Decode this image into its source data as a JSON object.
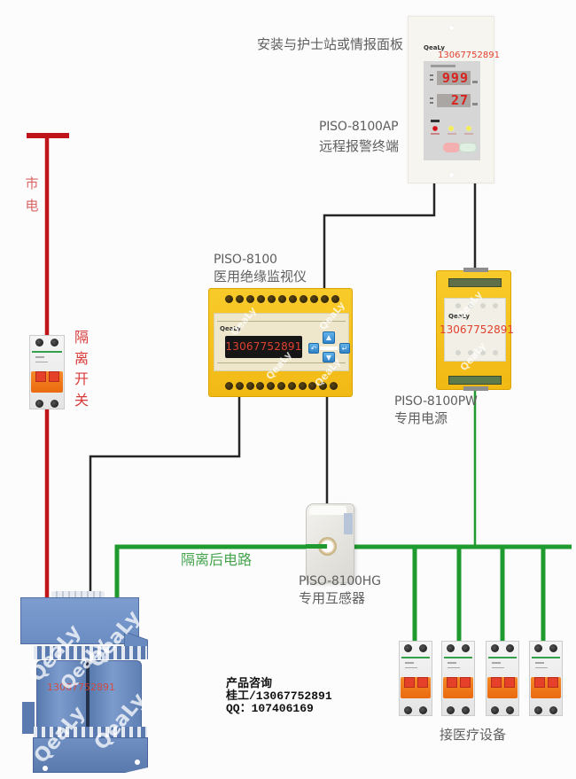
{
  "labels": {
    "panel_mounting_note": "安装与护士站或情报面板",
    "mains": "市电",
    "isolation_switch": "隔离开关",
    "isolated_circuit": "隔离后电路",
    "medical_equipment": "接医疗设备"
  },
  "devices": {
    "alarm_terminal": {
      "model": "PISO-8100AP",
      "description": "远程报警终端",
      "brand": "QeaLy",
      "phone_overlay": "13067752891",
      "display_top": "999",
      "display_bottom": "27"
    },
    "monitor": {
      "model": "PISO-8100",
      "description": "医用绝缘监视仪",
      "brand": "QeaLy",
      "display_text": "13067752891"
    },
    "power_supply": {
      "model": "PISO-8100PW",
      "description": "专用电源",
      "brand": "QeaLy",
      "phone_overlay": "13067752891"
    },
    "current_transformer": {
      "model": "PISO-8100HG",
      "description": "专用互感器"
    },
    "isolation_transformer": {
      "phone_overlay": "13067752891"
    }
  },
  "contact": {
    "heading": "产品咨询",
    "phone_line": "桂工/13067752891",
    "qq_line": "QQ：107406169"
  },
  "watermark": "QeaLy",
  "colors": {
    "mains_wire": "#c0141b",
    "signal_wire": "#262626",
    "isolated_wire": "#1f9a2f",
    "device_yellow": "#f6c21c",
    "transformer_blue": "#6b8dc2",
    "label_gray": "#5f5f5f",
    "label_red": "#d24a4a",
    "label_green": "#46a44e",
    "overlay_red": "#e0402f"
  }
}
